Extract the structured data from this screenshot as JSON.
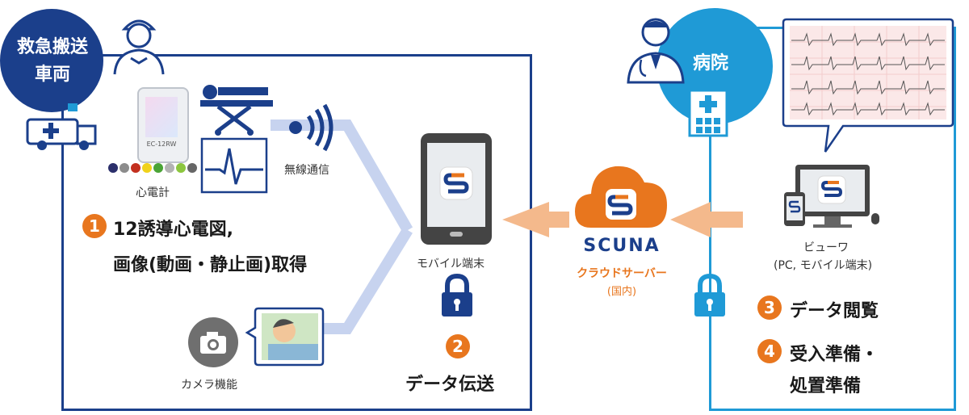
{
  "ambulance": {
    "title_line1": "救急搬送",
    "title_line2": "車両"
  },
  "hospital": {
    "title": "病院"
  },
  "labels": {
    "ecg_device": "心電計",
    "ecg_device_screen": "EC-12RW",
    "wireless": "無線通信",
    "camera": "カメラ機能",
    "mobile": "モバイル端末",
    "cloud_server_line1": "クラウドサーバー",
    "cloud_server_line2": "(国内)",
    "brand": "SCUNA",
    "viewer_line1": "ビューワ",
    "viewer_line2": "(PC, モバイル端末)"
  },
  "steps": [
    {
      "num": "1",
      "line1": "12誘導心電図,",
      "line2": "画像(動画・静止画)取得"
    },
    {
      "num": "2",
      "line1": "データ伝送"
    },
    {
      "num": "3",
      "line1": "データ閲覧"
    },
    {
      "num": "4",
      "line1": "受入準備・",
      "line2": "処置準備"
    }
  ],
  "colors": {
    "navy": "#1b3f8b",
    "sky": "#1f9ad6",
    "orange": "#e8761e",
    "peach": "#f4b98c",
    "lavender": "#c7d3ef"
  },
  "icons": [
    "ambulance-icon",
    "paramedic-icon",
    "ecg-device-icon",
    "stretcher-icon",
    "ecg-waveform-icon",
    "wireless-signal-icon",
    "camera-icon",
    "patient-photo-icon",
    "smartphone-icon",
    "lock-icon",
    "cloud-icon",
    "doctor-icon",
    "hospital-building-icon",
    "ecg-chart-icon",
    "computer-monitor-icon"
  ]
}
